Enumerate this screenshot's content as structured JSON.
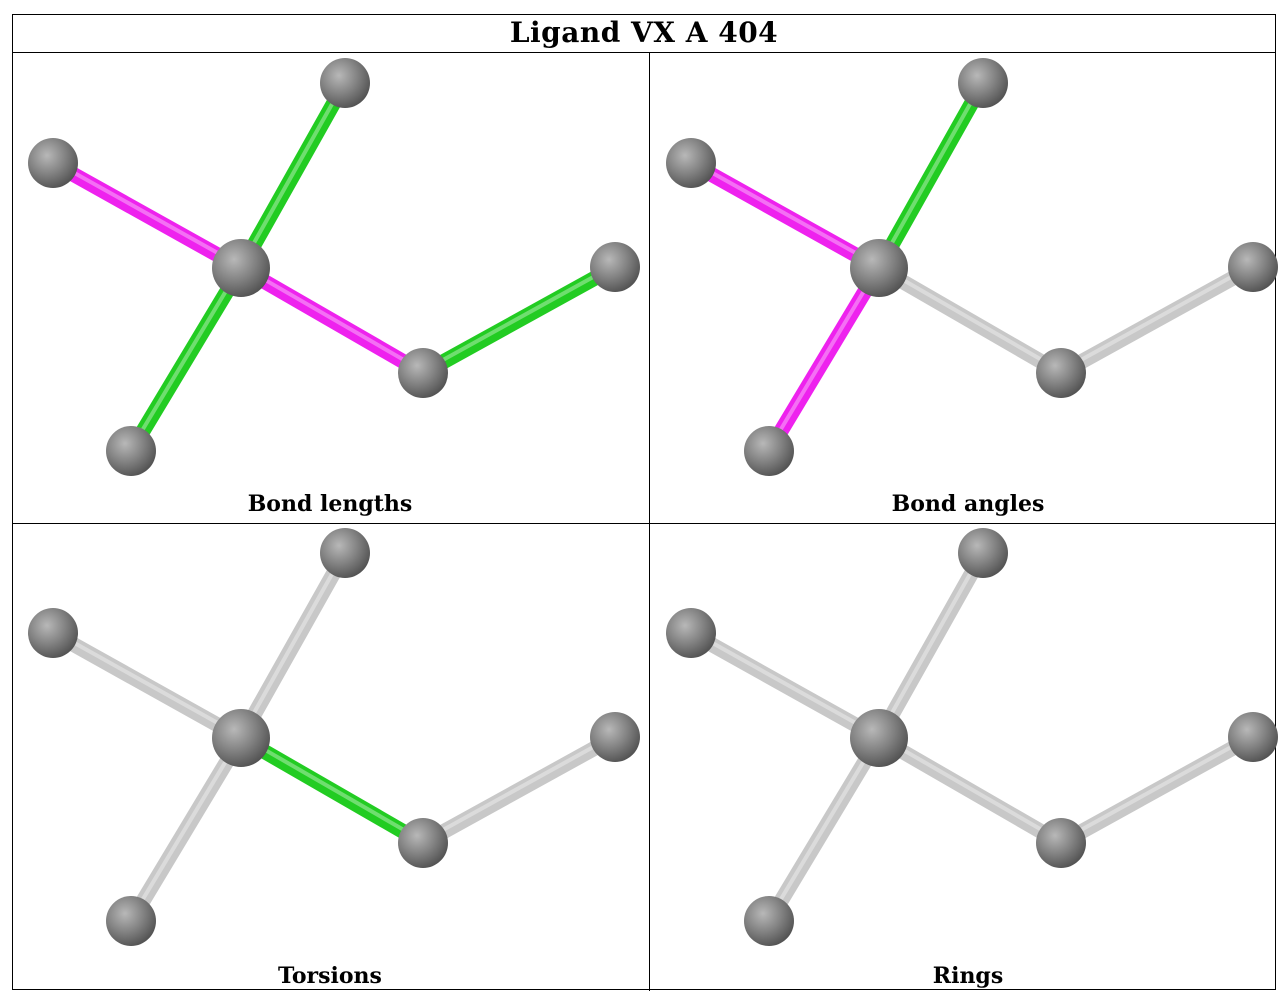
{
  "title": "Ligand VX A 404",
  "colors": {
    "atom": "#808080",
    "default_bond": "#c8c8c8",
    "green_bond": "#22cc22",
    "magenta_bond": "#ee22ee"
  },
  "panels": [
    {
      "caption": "Bond lengths",
      "bond_colors": [
        "magenta",
        "green",
        "green",
        "magenta",
        "green"
      ]
    },
    {
      "caption": "Bond angles",
      "bond_colors": [
        "magenta",
        "green",
        "magenta",
        "grey",
        "grey"
      ]
    },
    {
      "caption": "Torsions",
      "bond_colors": [
        "grey",
        "grey",
        "grey",
        "green",
        "grey"
      ]
    },
    {
      "caption": "Rings",
      "bond_colors": [
        "grey",
        "grey",
        "grey",
        "grey",
        "grey"
      ]
    }
  ]
}
